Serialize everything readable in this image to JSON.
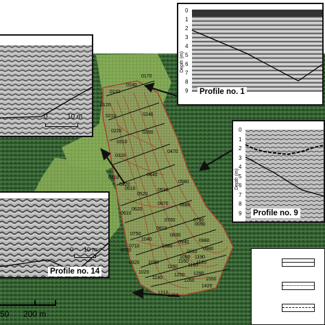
{
  "profiles": {
    "p1": {
      "label": "Profile no. 1",
      "axis_title": "Depth (m)",
      "depth_ticks": [
        "0",
        "1",
        "2",
        "3",
        "4",
        "5",
        "6",
        "7",
        "8",
        "9"
      ]
    },
    "p9": {
      "label": "Profile no. 9",
      "axis_title": "Depth (m)",
      "depth_ticks": [
        "0",
        "1",
        "2",
        "3",
        "4",
        "5",
        "6",
        "7",
        "8",
        "9"
      ]
    },
    "p14": {
      "label": "Profile no. 14"
    },
    "left_top": {}
  },
  "scales": {
    "left_top_scale": {
      "start": "0",
      "end": "10 m"
    },
    "p14_scale": {
      "start": "0",
      "end": "10 m"
    },
    "map_scale": {
      "start": "50",
      "end": "200 m"
    }
  },
  "map_labels": [
    "0170",
    "0140",
    "0110",
    "0120",
    "0240",
    "0210",
    "0220",
    "0350",
    "0310",
    "0320",
    "0470",
    "0410",
    "0420",
    "0440",
    "0510",
    "0530",
    "0580",
    "0520",
    "0620",
    "0610",
    "0670",
    "0680",
    "0720",
    "0710",
    "0790",
    "0750",
    "0810",
    "0940",
    "0980",
    "0920",
    "1040",
    "1080",
    "1160",
    "1150",
    "1180",
    "1030",
    "1020",
    "1140",
    "1250",
    "1260",
    "1290",
    "1210",
    "1550",
    "1420",
    "1350",
    "0090",
    "1190",
    "0760",
    "1090",
    "0830",
    "0980",
    "1010",
    "1120"
  ],
  "colors": {
    "forest": "#3f6a3a",
    "meadow": "#7ea452",
    "contour": "#a6402c",
    "profile_line": "#111111"
  }
}
